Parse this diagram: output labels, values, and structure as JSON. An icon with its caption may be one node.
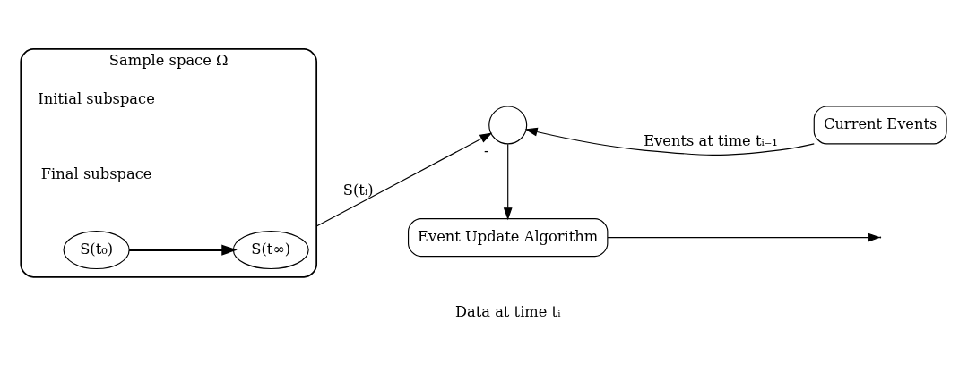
{
  "diagram": {
    "nodes": [
      {
        "text": [
          "Sample space Ω",
          "Initial subspace",
          "Final subspace"
        ]
      },
      {
        "text": [
          "S(t₀)"
        ],
        "in": 0
      },
      {
        "text": [
          "S(t∞)"
        ],
        "in": 0
      },
      {
        "text": [],
        "shape": "circle",
        "beside": [
          "-"
        ]
      },
      {
        "text": [
          "Event Update Algorithm"
        ]
      },
      {
        "text": [
          "Current Events"
        ]
      }
    ],
    "edges": [
      {
        "from": 1,
        "to": 2,
        "arrow": "to",
        "style": "thick"
      },
      {
        "from": 0,
        "to": 3,
        "arrow": "to",
        "label": "S(tᵢ)"
      },
      {
        "from": 5,
        "to": 3,
        "arrow": "to",
        "label": "Events at time tᵢ₋₁"
      },
      {
        "from": 3,
        "to": 4,
        "arrow": "to"
      },
      {
        "from": 4,
        "to": null,
        "arrow": "to"
      }
    ],
    "labels": [
      "Data at time tᵢ"
    ]
  }
}
